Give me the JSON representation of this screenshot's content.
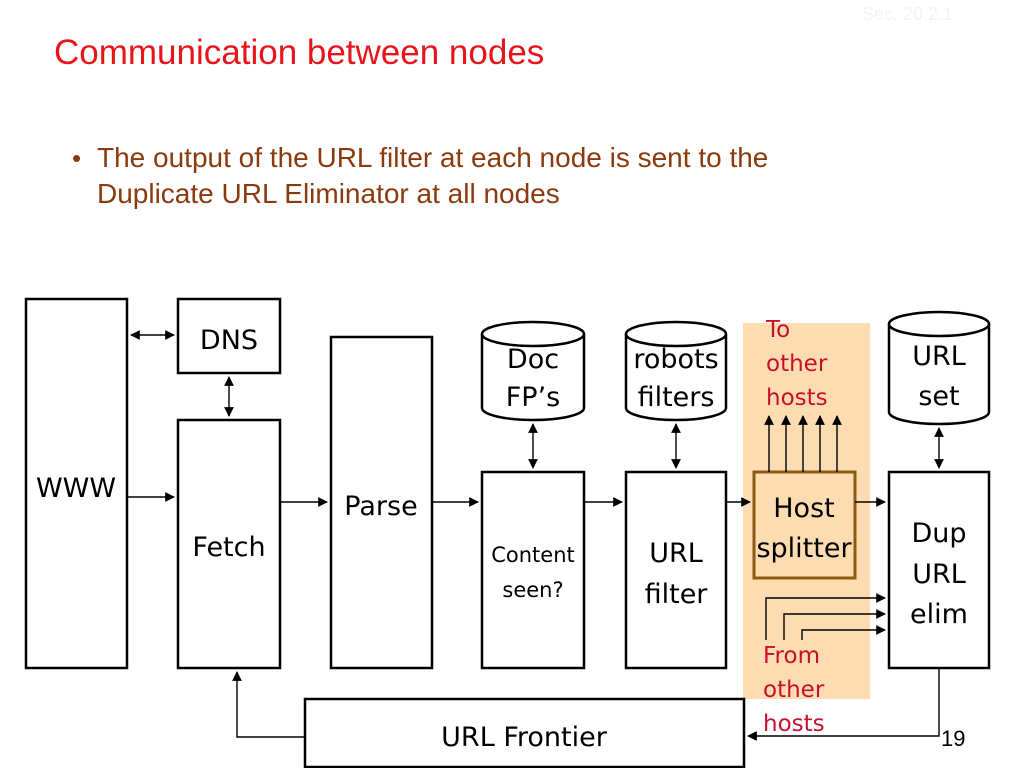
{
  "slide": {
    "section_ref": "Sec. 20.2.1",
    "title": "Communication between nodes",
    "bullet_symbol": "•",
    "bullet_text_line1": "The output of the URL filter at each node is sent to the",
    "bullet_text_line2": "Duplicate URL Eliminator at all nodes",
    "page_number": "19"
  },
  "colors": {
    "title": "#e8141c",
    "bullet_text": "#8b3a0e",
    "highlight": "#fcdcb0",
    "host_splitter_border": "#8b5a14",
    "other_hosts_text": "#c8102e"
  },
  "diagram": {
    "www": "WWW",
    "dns": "DNS",
    "fetch": "Fetch",
    "parse": "Parse",
    "doc_fps": [
      "Doc",
      "FP’s"
    ],
    "content_seen": [
      "Content",
      "seen?"
    ],
    "robots_filters": [
      "robots",
      "filters"
    ],
    "url_filter": [
      "URL",
      "filter"
    ],
    "to_other_hosts": [
      "To",
      "other",
      "hosts"
    ],
    "host_splitter": [
      "Host",
      "splitter"
    ],
    "from_other_hosts": [
      "From",
      "other",
      "hosts"
    ],
    "url_set": [
      "URL",
      "set"
    ],
    "dup_url_elim": [
      "Dup",
      "URL",
      "elim"
    ],
    "url_frontier": "URL Frontier"
  }
}
